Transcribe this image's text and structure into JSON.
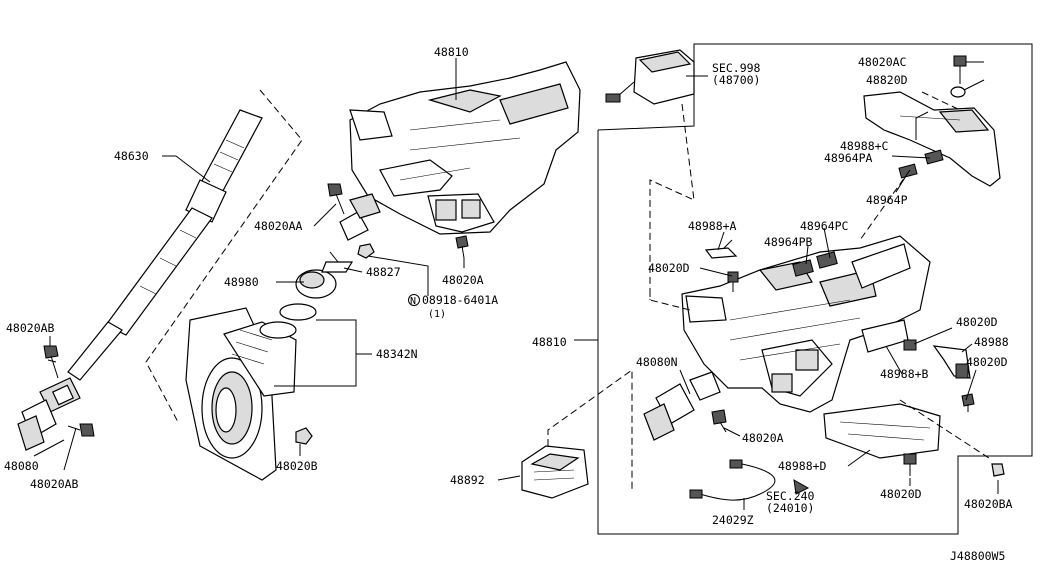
{
  "diagram_id": "J48800W5",
  "labels": {
    "l48630": "48630",
    "l48810_top": "48810",
    "l48810_mid": "48810",
    "l48020AA": "48020AA",
    "l48980": "48980",
    "l48827": "48827",
    "l48020A_top": "48020A",
    "l48020A_bot": "48020A",
    "l08918": "08918-6401A",
    "l08918_qty": "(1)",
    "l08918_prefix": "N",
    "l48342N": "48342N",
    "l48020AB_left": "48020AB",
    "l48020AB_bot": "48020AB",
    "l48080": "48080",
    "l48080N": "48080N",
    "l48020B": "48020B",
    "l48892": "48892",
    "lsec998": "SEC.998",
    "lsec998_sub": "(48700)",
    "l48020AC": "48020AC",
    "l48820D": "48820D",
    "l48988C": "48988+C",
    "l48964PA": "48964PA",
    "l48964P": "48964P",
    "l48988A": "48988+A",
    "l48964PC": "48964PC",
    "l48964PB": "48964PB",
    "l48020D_a": "48020D",
    "l48020D_b": "48020D",
    "l48020D_c": "48020D",
    "l48020D_d": "48020D",
    "l48988": "48988",
    "l48988B": "48988+B",
    "l48988D": "48988+D",
    "lsec240": "SEC.240",
    "lsec240_sub": "(24010)",
    "l24029Z": "24029Z",
    "l48020BA": "48020BA"
  }
}
